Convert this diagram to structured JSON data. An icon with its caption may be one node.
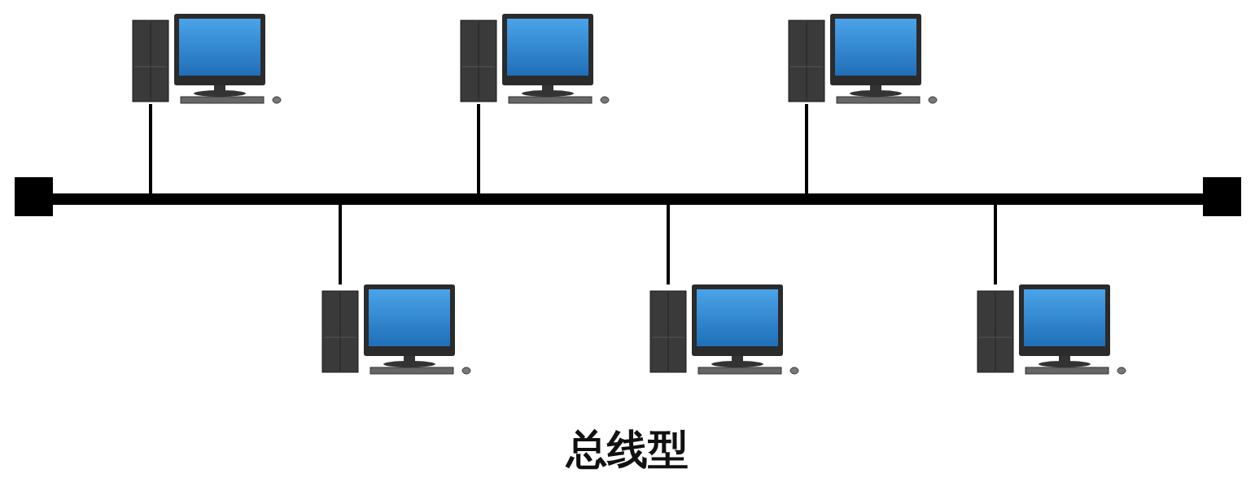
{
  "diagram": {
    "caption": "总线型",
    "nodes": [
      {
        "text": [],
        "shape": "box"
      },
      {
        "text": [],
        "shape": "bar"
      },
      {
        "text": [],
        "shape": "box"
      },
      {
        "text": [],
        "shape": "picture"
      },
      {
        "text": [],
        "shape": "picture"
      },
      {
        "text": [],
        "shape": "picture"
      },
      {
        "text": [],
        "shape": "picture"
      },
      {
        "text": [],
        "shape": "picture"
      },
      {
        "text": [],
        "shape": "picture"
      }
    ],
    "edges": [
      {
        "from": 3,
        "to": 1,
        "arrow": "none"
      },
      {
        "from": 4,
        "to": 1,
        "arrow": "none"
      },
      {
        "from": 5,
        "to": 1,
        "arrow": "none"
      },
      {
        "from": 6,
        "to": 1,
        "arrow": "none"
      },
      {
        "from": 7,
        "to": 1,
        "arrow": "none"
      },
      {
        "from": 8,
        "to": 1,
        "arrow": "none"
      }
    ]
  }
}
